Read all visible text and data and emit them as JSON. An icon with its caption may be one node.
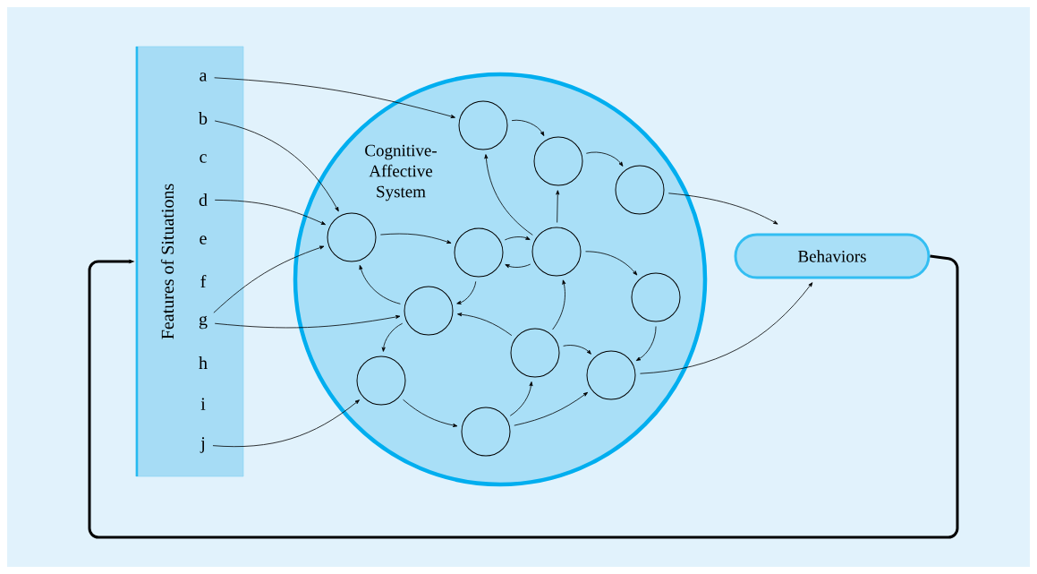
{
  "diagram": {
    "nodes": [
      {
        "text": [
          "Features of Situations"
        ]
      },
      {
        "text": [
          "a"
        ],
        "in": 0
      },
      {
        "text": [
          "b"
        ],
        "in": 0
      },
      {
        "text": [
          "c"
        ],
        "in": 0
      },
      {
        "text": [
          "d"
        ],
        "in": 0
      },
      {
        "text": [
          "e"
        ],
        "in": 0
      },
      {
        "text": [
          "f"
        ],
        "in": 0
      },
      {
        "text": [
          "g"
        ],
        "in": 0
      },
      {
        "text": [
          "h"
        ],
        "in": 0
      },
      {
        "text": [
          "i"
        ],
        "in": 0
      },
      {
        "text": [
          "j"
        ],
        "in": 0
      },
      {
        "text": [
          "Cognitive-Affective System"
        ]
      },
      {
        "text": [],
        "shape": "circle",
        "in": 11
      },
      {
        "text": [],
        "shape": "circle",
        "in": 11
      },
      {
        "text": [],
        "shape": "circle",
        "in": 11
      },
      {
        "text": [],
        "shape": "circle",
        "in": 11
      },
      {
        "text": [],
        "shape": "circle",
        "in": 11
      },
      {
        "text": [],
        "shape": "circle",
        "in": 11
      },
      {
        "text": [],
        "shape": "circle",
        "in": 11
      },
      {
        "text": [],
        "shape": "circle",
        "in": 11
      },
      {
        "text": [],
        "shape": "circle",
        "in": 11
      },
      {
        "text": [],
        "shape": "circle",
        "in": 11
      },
      {
        "text": [],
        "shape": "circle",
        "in": 11
      },
      {
        "text": [],
        "shape": "circle",
        "in": 11
      },
      {
        "text": [
          "Behaviors"
        ]
      }
    ],
    "edges": [
      {
        "from": 1,
        "to": 12,
        "arrow": "to"
      },
      {
        "from": 2,
        "to": 15,
        "arrow": "to"
      },
      {
        "from": 4,
        "to": 15,
        "arrow": "to"
      },
      {
        "from": 7,
        "to": 15,
        "arrow": "to"
      },
      {
        "from": 7,
        "to": 19,
        "arrow": "to"
      },
      {
        "from": 10,
        "to": 22,
        "arrow": "to"
      },
      {
        "from": 12,
        "to": 13,
        "arrow": "to"
      },
      {
        "from": 13,
        "to": 14,
        "arrow": "to"
      },
      {
        "from": 14,
        "to": 24,
        "arrow": "to"
      },
      {
        "from": 15,
        "to": 16,
        "arrow": "to"
      },
      {
        "from": 16,
        "to": 17,
        "arrow": "to"
      },
      {
        "from": 17,
        "to": 16,
        "arrow": "to"
      },
      {
        "from": 17,
        "to": 12,
        "arrow": "to"
      },
      {
        "from": 17,
        "to": 13,
        "arrow": "to"
      },
      {
        "from": 17,
        "to": 18,
        "arrow": "to"
      },
      {
        "from": 16,
        "to": 19,
        "arrow": "to"
      },
      {
        "from": 19,
        "to": 15,
        "arrow": "to"
      },
      {
        "from": 20,
        "to": 19,
        "arrow": "to"
      },
      {
        "from": 20,
        "to": 17,
        "arrow": "to"
      },
      {
        "from": 20,
        "to": 21,
        "arrow": "to"
      },
      {
        "from": 18,
        "to": 21,
        "arrow": "to"
      },
      {
        "from": 19,
        "to": 22,
        "arrow": "to"
      },
      {
        "from": 22,
        "to": 23,
        "arrow": "to"
      },
      {
        "from": 23,
        "to": 20,
        "arrow": "to"
      },
      {
        "from": 23,
        "to": 21,
        "arrow": "to"
      },
      {
        "from": 21,
        "to": 24,
        "arrow": "to"
      },
      {
        "from": 24,
        "to": 0,
        "arrow": "to",
        "style": "thick"
      }
    ]
  }
}
